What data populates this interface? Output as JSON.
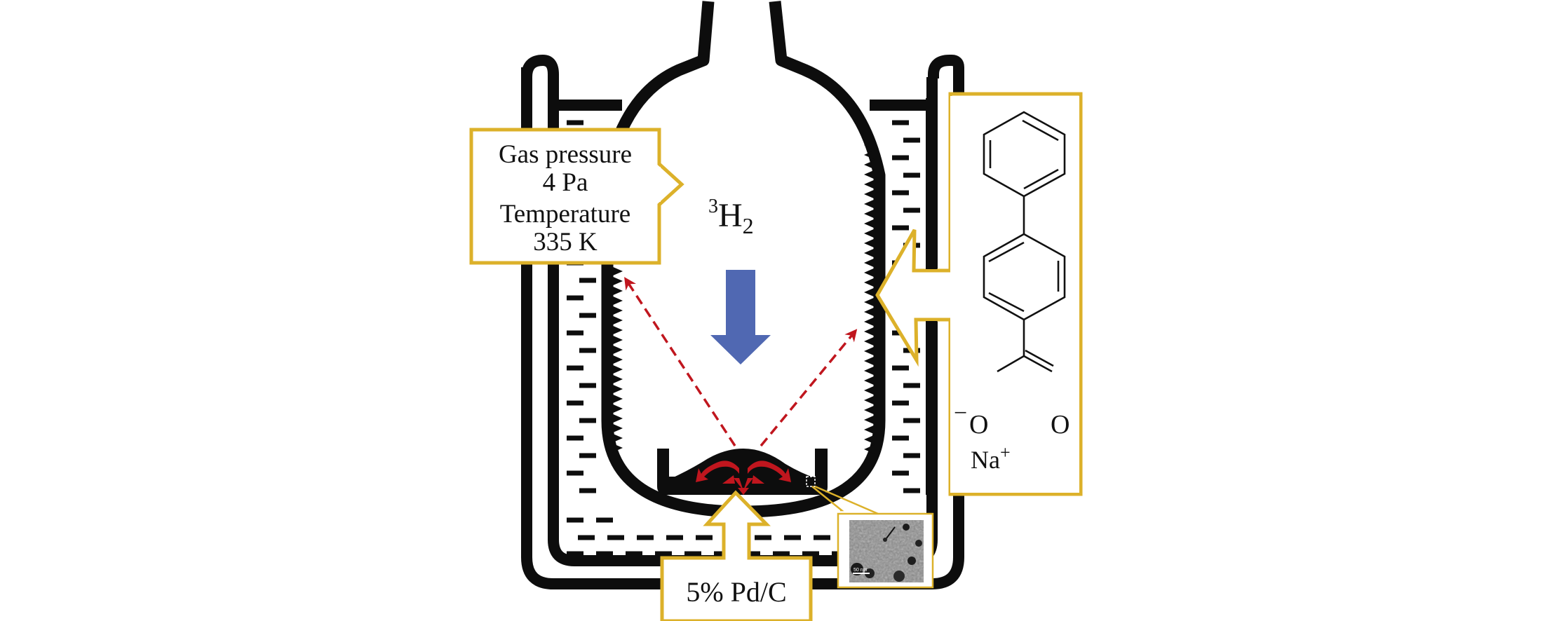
{
  "figure": {
    "gas_label": "³H₂",
    "gas_label_mass_number": "3",
    "gas_label_element": "H",
    "gas_label_subscript": "2",
    "conditions_callout": {
      "line1": "Gas pressure",
      "line2": "4 Pa",
      "line3": "Temperature",
      "line4": "335 K"
    },
    "catalyst_callout": {
      "label": "5% Pd/C"
    },
    "substrate_callout": {
      "name": "sodium biphenyl-4-carboxylate",
      "oxygen_left": "O",
      "oxygen_left_charge": "−",
      "oxygen_right": "O",
      "counter_ion": "Na",
      "counter_ion_charge": "+"
    },
    "tem_inset": {
      "scale_bar": "50 nm"
    },
    "colors": {
      "callout_border": "#dcb12a",
      "flow_arrow": "#5068b2",
      "emission_arrows": "#c0161e",
      "vessel": "#0d0d0d"
    }
  }
}
